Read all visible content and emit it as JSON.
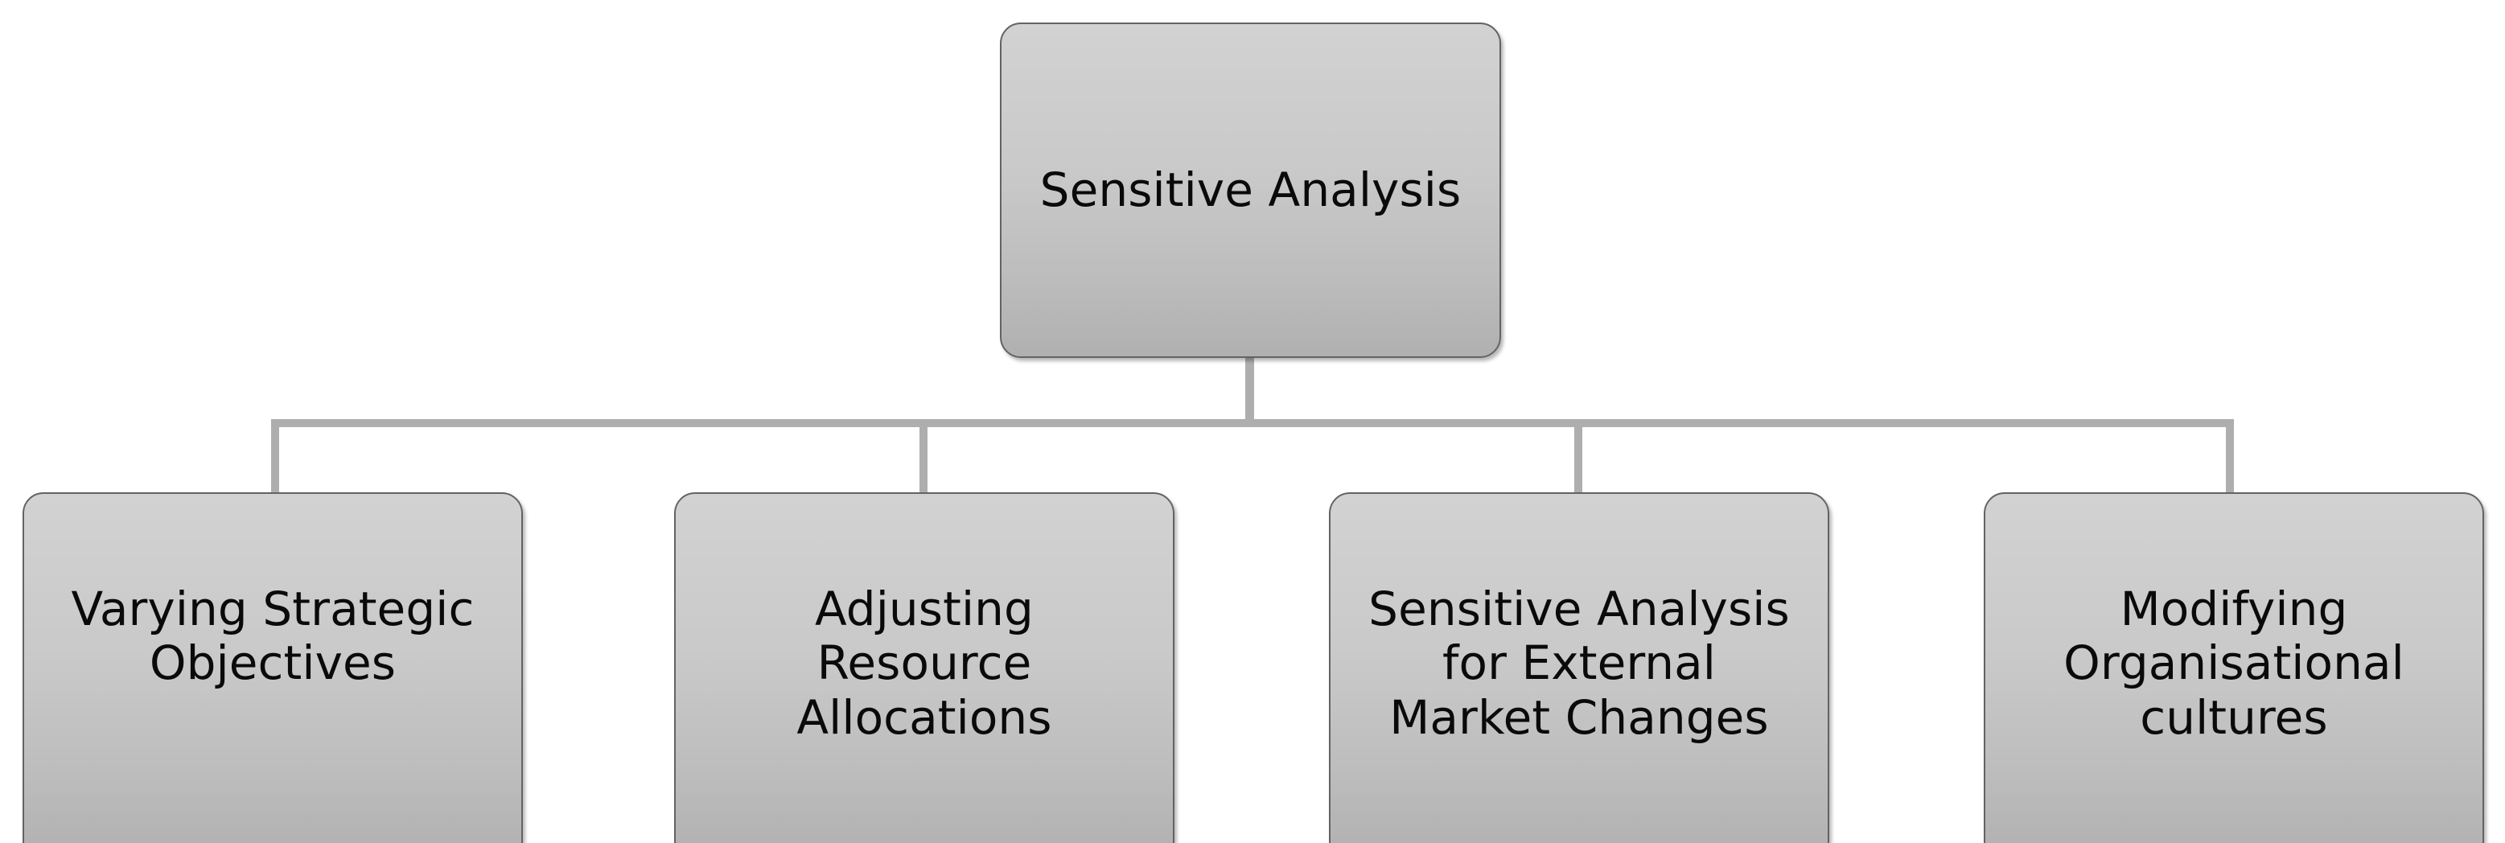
{
  "diagram": {
    "title": "Sensitive Analysis",
    "type": "org-tree",
    "orientation": "top-down",
    "colors": {
      "node_fill_top": "#d2d2d2",
      "node_fill_bottom": "#b0b0b0",
      "node_border": "#636363",
      "connector": "#aeaeae",
      "text": "#0a0a0a",
      "background": "#ffffff"
    },
    "root": {
      "label": "Sensitive Analysis"
    },
    "children": [
      {
        "label": "Varying Strategic\nObjectives"
      },
      {
        "label": "Adjusting\nResource\nAllocations"
      },
      {
        "label": "Sensitive Analysis\nfor External\nMarket Changes"
      },
      {
        "label": "Modifying\nOrganisational\ncultures"
      }
    ]
  }
}
